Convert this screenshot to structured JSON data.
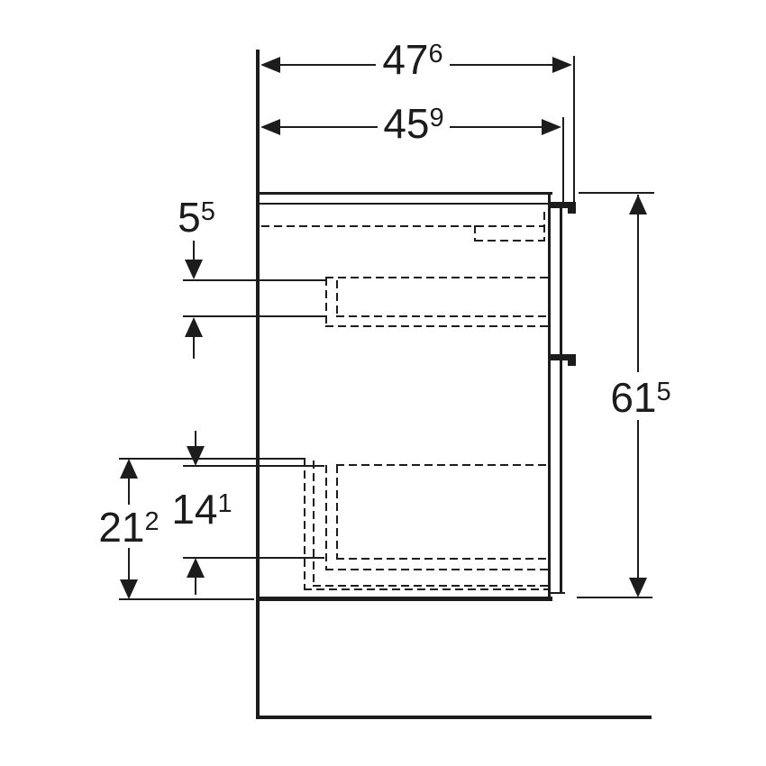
{
  "drawing": {
    "type": "technical-side-view",
    "subject": "vanity cabinet with two drawers, wall and floor reference lines"
  },
  "colors": {
    "line": "#1c1c1c",
    "background": "#ffffff"
  },
  "dimensions": {
    "outer_width": {
      "value": "47",
      "sup": "6"
    },
    "inner_width": {
      "value": "45",
      "sup": "9"
    },
    "height": {
      "value": "61",
      "sup": "5"
    },
    "top_inset": {
      "value": "5",
      "sup": "5"
    },
    "bottom_outer": {
      "value": "21",
      "sup": "2"
    },
    "bottom_inner": {
      "value": "14",
      "sup": "1"
    }
  }
}
